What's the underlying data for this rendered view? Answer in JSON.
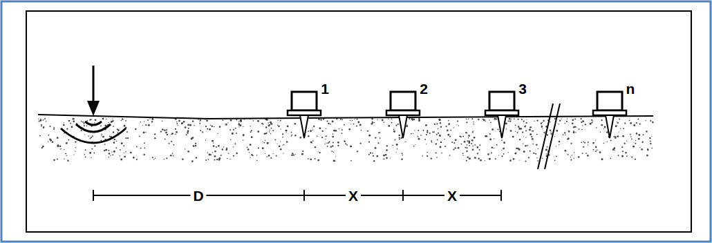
{
  "diagram": {
    "labels": [
      "1",
      "2",
      "3",
      "n",
      "D",
      "X",
      "X"
    ]
  }
}
